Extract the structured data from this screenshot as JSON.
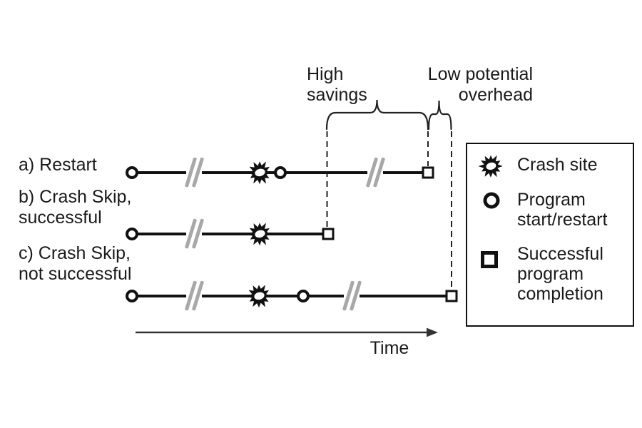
{
  "figure": {
    "annotations": {
      "high_savings": "High\nsavings",
      "low_overhead": "Low potential\noverhead"
    },
    "rows": [
      {
        "id": "a",
        "label": "a) Restart"
      },
      {
        "id": "b",
        "label": "b) Crash Skip,\nsuccessful"
      },
      {
        "id": "c",
        "label": "c) Crash Skip,\nnot successful"
      }
    ],
    "time_axis_label": "Time",
    "legend": {
      "items": [
        {
          "icon": "crash-site-icon",
          "label": "Crash site"
        },
        {
          "icon": "program-start-restart-icon",
          "label": "Program\nstart/restart"
        },
        {
          "icon": "successful-program-completion-icon",
          "label": "Successful\nprogram\ncompletion"
        }
      ]
    },
    "colors": {
      "ink": "#111111",
      "break_mark": "#a8a8a8"
    }
  }
}
